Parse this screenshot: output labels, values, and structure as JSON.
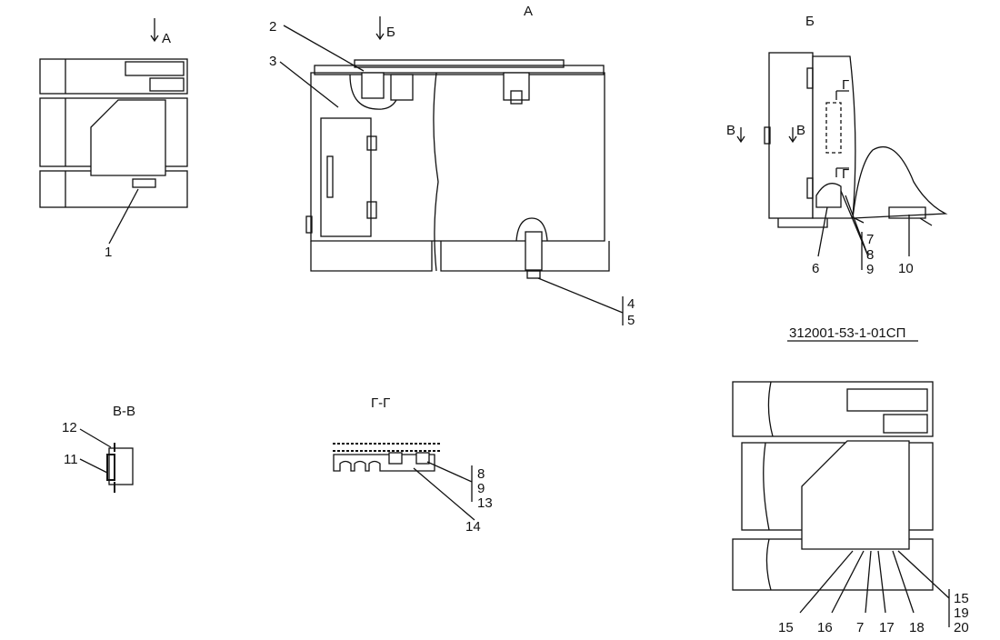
{
  "drawing": {
    "document_number": "312001-53-1-01СП",
    "views": {
      "main_view_title": "А",
      "side_view_title": "Б",
      "section_v_title": "В-В",
      "section_g_title": "Г-Г",
      "arrow_a": "А",
      "arrow_b": "Б",
      "arrow_v_left": "В",
      "arrow_v_right": "В",
      "marker_g_top": "Г",
      "marker_g_bottom": "Г"
    },
    "callouts": {
      "c1": "1",
      "c2": "2",
      "c3": "3",
      "c4_group": [
        "4",
        "5"
      ],
      "c6": "6",
      "c7_group": [
        "7",
        "8",
        "9"
      ],
      "c10": "10",
      "c11": "11",
      "c12": "12",
      "c13_group": [
        "8",
        "9",
        "13"
      ],
      "c14": "14",
      "bottom_row": [
        "15",
        "16",
        "7",
        "17",
        "18"
      ],
      "c15_group": [
        "15",
        "19",
        "20"
      ]
    }
  }
}
